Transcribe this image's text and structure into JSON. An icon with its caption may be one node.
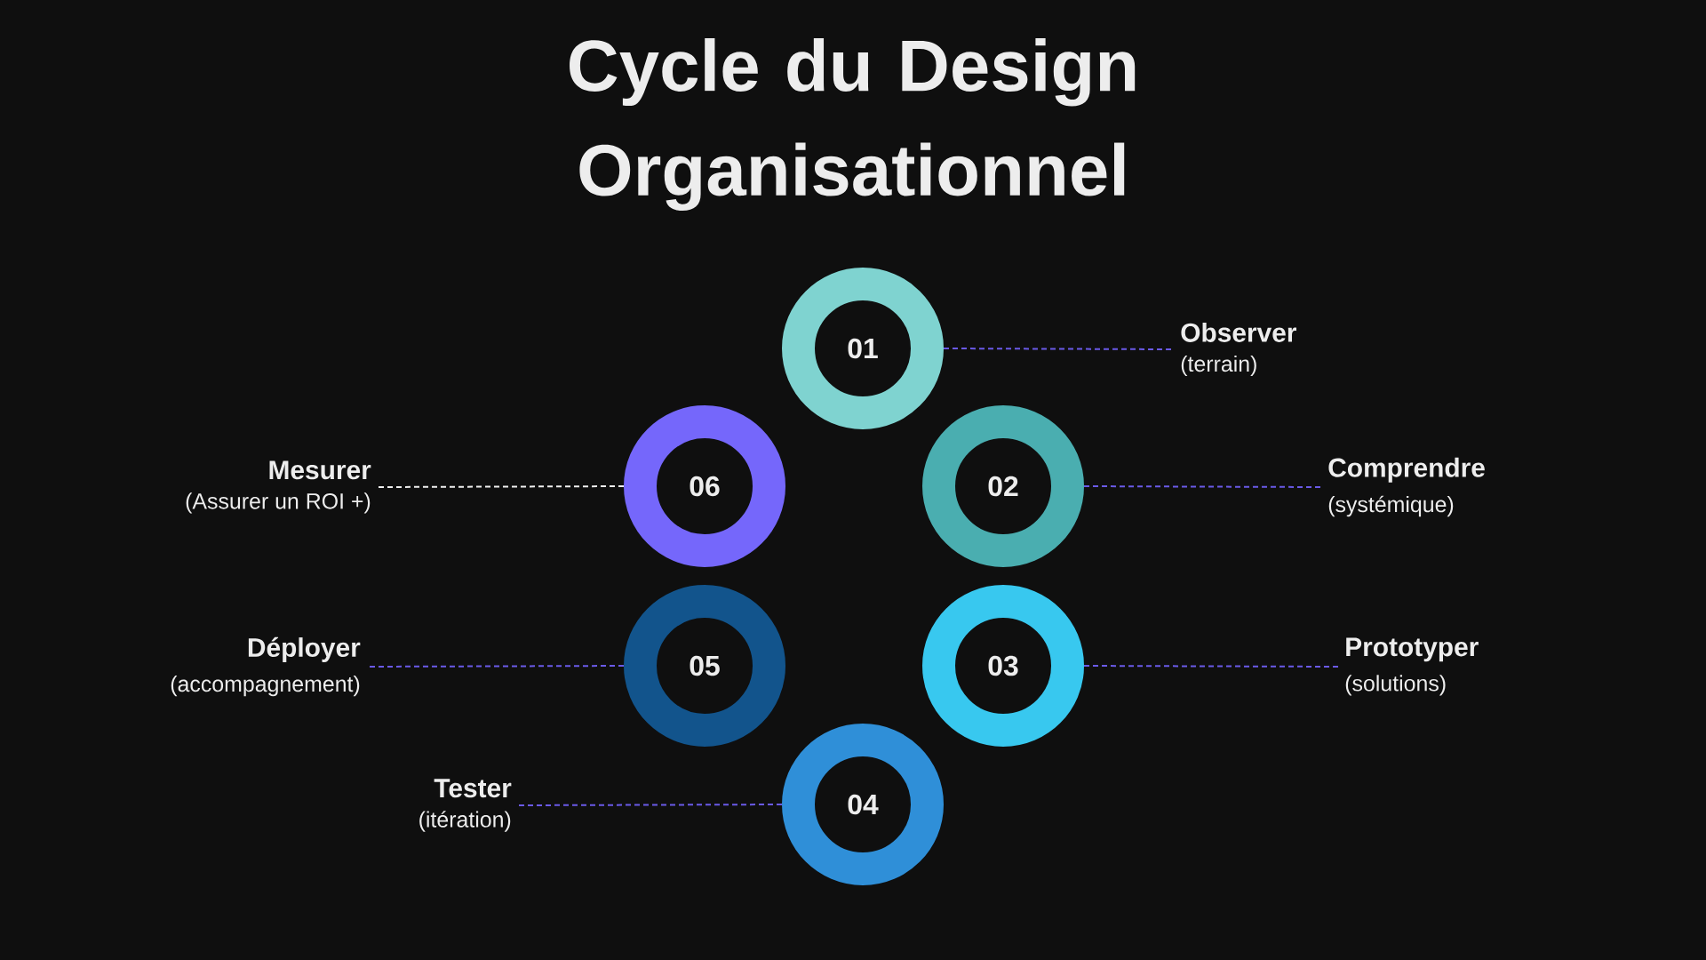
{
  "diagram": {
    "title": "Cycle du Design Organisationnel",
    "nodes": [
      {
        "text": [
          "01"
        ]
      },
      {
        "text": [
          "02"
        ]
      },
      {
        "text": [
          "03"
        ]
      },
      {
        "text": [
          "04"
        ]
      },
      {
        "text": [
          "05"
        ]
      },
      {
        "text": [
          "06"
        ]
      },
      {
        "text": [
          "Observer",
          "(terrain)"
        ]
      },
      {
        "text": [
          "Comprendre",
          "(systémique)"
        ]
      },
      {
        "text": [
          "Prototyper",
          "(solutions)"
        ]
      },
      {
        "text": [
          "Tester",
          "(itération)"
        ]
      },
      {
        "text": [
          "Déployer",
          "(accompagnement)"
        ]
      },
      {
        "text": [
          "Mesurer",
          "(Assurer un ROI +)"
        ]
      }
    ],
    "edges": [
      {
        "from": 0,
        "to": 6,
        "arrow": "none",
        "style": "dashed"
      },
      {
        "from": 1,
        "to": 7,
        "arrow": "none",
        "style": "dashed"
      },
      {
        "from": 2,
        "to": 8,
        "arrow": "none",
        "style": "dashed"
      },
      {
        "from": 3,
        "to": 9,
        "arrow": "none",
        "style": "dashed"
      },
      {
        "from": 4,
        "to": 10,
        "arrow": "none",
        "style": "dashed"
      },
      {
        "from": 5,
        "to": 11,
        "arrow": "none",
        "style": "dashed",
        "color": "#f0f0f0"
      }
    ]
  }
}
